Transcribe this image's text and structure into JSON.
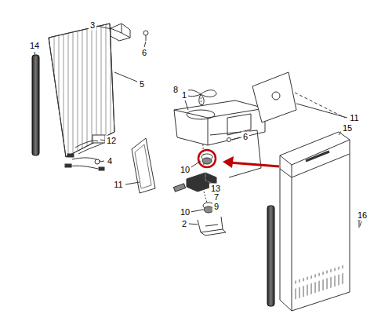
{
  "diagram": {
    "labels": [
      "3",
      "6",
      "14",
      "5",
      "8",
      "1",
      "11",
      "12",
      "4",
      "6",
      "11",
      "10",
      "15",
      "13",
      "7",
      "9",
      "10",
      "2",
      "16"
    ]
  }
}
